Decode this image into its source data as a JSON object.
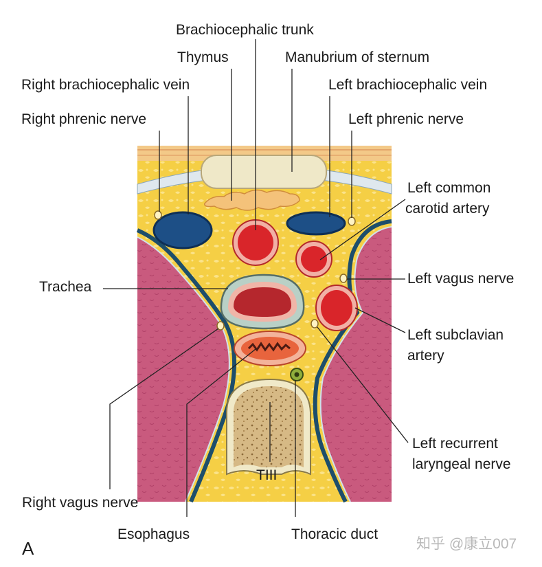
{
  "labels": {
    "brachiocephalic_trunk": "Brachiocephalic trunk",
    "thymus": "Thymus",
    "manubrium": "Manubrium of sternum",
    "right_brachiocephalic_vein": "Right brachiocephalic vein",
    "left_brachiocephalic_vein": "Left brachiocephalic vein",
    "right_phrenic_nerve": "Right phrenic nerve",
    "left_phrenic_nerve": "Left phrenic nerve",
    "left_common_carotid_1": "Left common",
    "left_common_carotid_2": "carotid artery",
    "left_vagus_nerve": "Left vagus nerve",
    "trachea": "Trachea",
    "left_subclavian_1": "Left subclavian",
    "left_subclavian_2": "artery",
    "left_recurrent_1": "Left recurrent",
    "left_recurrent_2": "laryngeal nerve",
    "t3": "TIII",
    "right_vagus_nerve": "Right vagus nerve",
    "esophagus": "Esophagus",
    "thoracic_duct": "Thoracic duct",
    "panel": "A",
    "watermark": "知乎 @康立007"
  },
  "colors": {
    "fat": "#f6d14a",
    "fat_light": "#fbe58a",
    "skin": "#f3c988",
    "sternum": "#efe8c8",
    "pleura": "#1d4e6b",
    "lung": "#c9567c",
    "vein": "#1d4f86",
    "artery": "#d9252a",
    "artery_rim": "#f1b0a5",
    "trachea": "#b5272d",
    "esophagus": "#e8643d",
    "bone": "#d8bd86",
    "nerve": "#fff3c4"
  }
}
